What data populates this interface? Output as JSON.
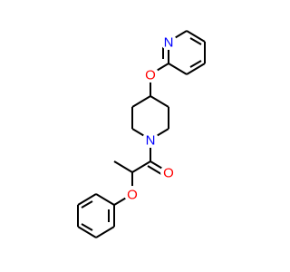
{
  "molecule": {
    "atoms": {
      "n_pyridine": {
        "symbol": "N",
        "color": "#0000FF"
      },
      "o_ether_top": {
        "symbol": "O",
        "color": "#FF0000"
      },
      "n_piperidine": {
        "symbol": "N",
        "color": "#0000FF"
      },
      "o_carbonyl": {
        "symbol": "O",
        "color": "#FF0000"
      },
      "o_ether_bottom": {
        "symbol": "O",
        "color": "#FF0000"
      }
    },
    "bond_color": "#000000",
    "background_color": "#FFFFFF"
  }
}
